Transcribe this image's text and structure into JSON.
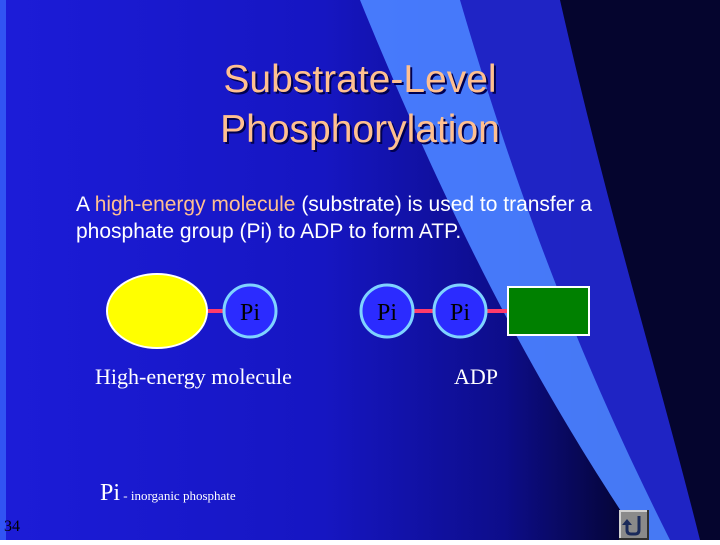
{
  "slide": {
    "title_line1": "Substrate-Level",
    "title_line2": "Phosphorylation",
    "body_pre": "A ",
    "body_highlight": "high-energy molecule",
    "body_post": " (substrate) is used to transfer a phosphate group (Pi) to ADP to form ATP.",
    "slide_number": "34"
  },
  "diagram": {
    "substrate_phosphate_label": "Pi",
    "adp_phosphate_1_label": "Pi",
    "adp_phosphate_2_label": "Pi",
    "substrate_caption": "High-energy molecule",
    "adp_caption": "ADP",
    "legend_symbol": "Pi",
    "legend_text": " - inorganic phosphate"
  },
  "colors": {
    "title": "#ffc090",
    "substrate": "#ffff00",
    "adenosine": "#008000",
    "phosphate_fill": "#2b2bff",
    "bond": "#ff3b6b"
  },
  "icons": {
    "nav_button": "return-arrow-icon"
  }
}
